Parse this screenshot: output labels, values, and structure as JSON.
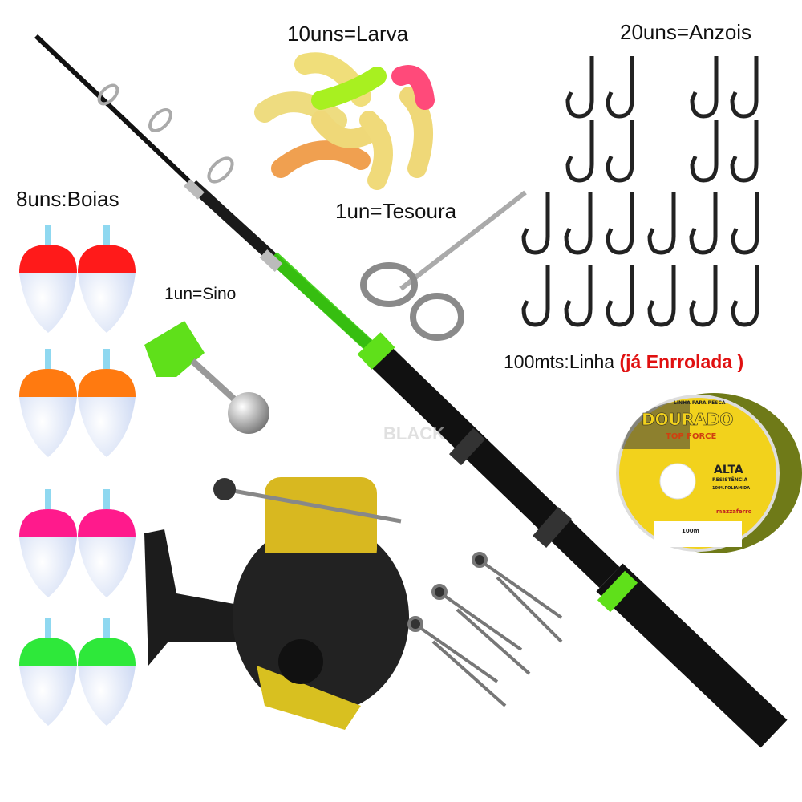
{
  "labels": {
    "larva": "10uns=Larva",
    "anzois": "20uns=Anzois",
    "boias": "8uns:Boias",
    "tesoura": "1un=Tesoura",
    "sino": "1un=Sino",
    "linha": "100mts:Linha",
    "linha_note": "(já Enrrolada )"
  },
  "spool": {
    "top": "LINHA PARA PESCA",
    "brand": "DOURADO",
    "sub": "TOP FORCE",
    "alta": "ALTA",
    "resist": "RESISTÊNCIA",
    "material": "100%POLIAMIDA",
    "maker": "mazzaferro",
    "length": "100m"
  },
  "watermark": "BLACK",
  "colors": {
    "accent_green": "#5fe01a",
    "float_colors": [
      "#ff1a1a",
      "#ff7a10",
      "#ff1a8c",
      "#2ee83a"
    ],
    "note_red": "#e01010",
    "spool_yellow": "#f2d21c",
    "reel_gold": "#d8b820"
  }
}
